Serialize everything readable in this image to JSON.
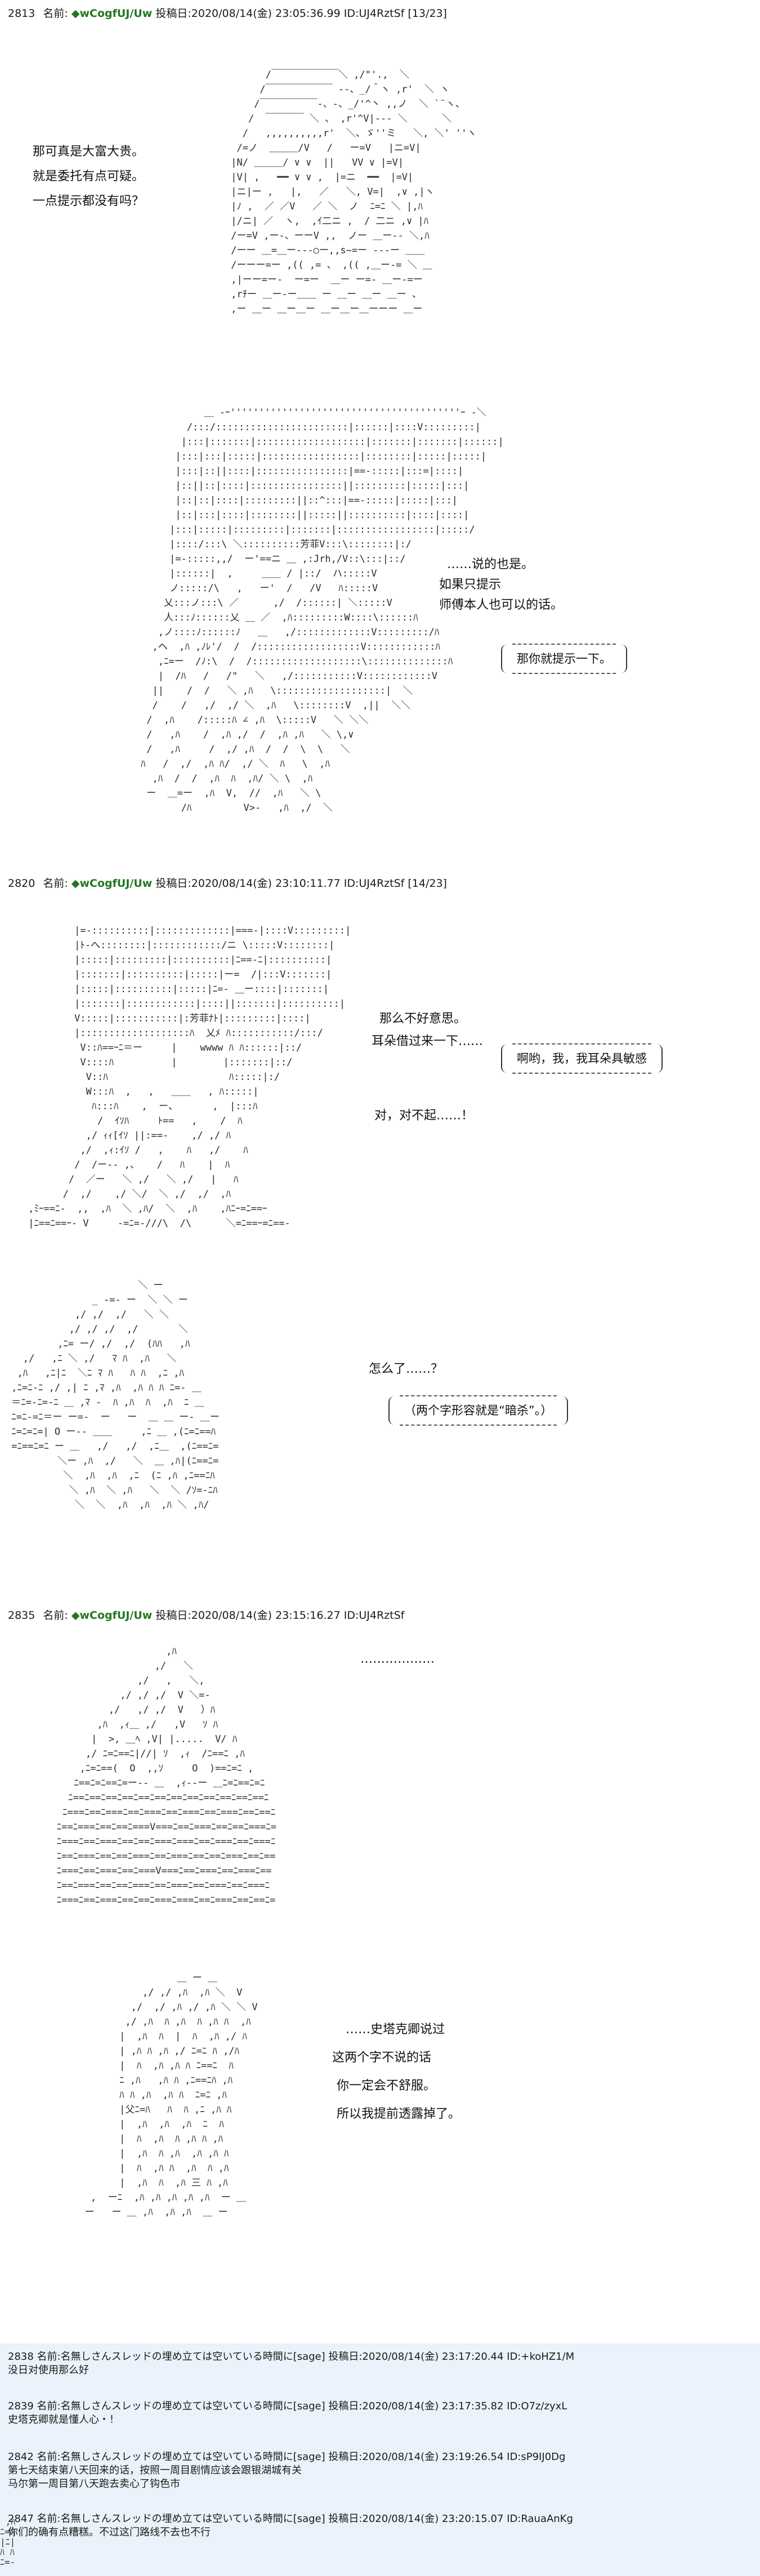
{
  "posts": [
    {
      "num": "2813",
      "label": "名前:",
      "name": "◆wCogfUJ/Uw",
      "posted": "投稿日:2020/08/14(金) 23:05:36.99 ID:UJ4RztSf [13/23]"
    },
    {
      "num": "2820",
      "label": "名前:",
      "name": "◆wCogfUJ/Uw",
      "posted": "投稿日:2020/08/14(金) 23:10:11.77 ID:UJ4RztSf [14/23]"
    },
    {
      "num": "2835",
      "label": "名前:",
      "name": "◆wCogfUJ/Uw",
      "posted": "投稿日:2020/08/14(金) 23:15:16.27 ID:UJ4RztSf"
    }
  ],
  "dialog": {
    "p1_left": [
      "那可真是大富大贵。",
      "就是委托有点可疑。",
      "一点提示都没有吗？"
    ],
    "p1_right": [
      "……说的也是。",
      "如果只提示",
      "师傅本人也可以的话。"
    ],
    "p1_bubble": "那你就提示一下。",
    "p2_right": [
      "那么不好意思。",
      "耳朵借过来一下……"
    ],
    "p2_bubble": "啊哟，我，我耳朵具敏感",
    "p2_right2": "对，对不起……！",
    "p3_right": "怎么了……？",
    "p3_bubble": "（两个字形容就是“暗杀”。）",
    "p4_right": "………………",
    "p5_right": [
      "……史塔克卿说过",
      "这两个字不说的话",
      "你一定会不舒服。",
      "所以我提前透露掉了。"
    ]
  },
  "comments": [
    {
      "meta": "2838 名前:名無しさんスレッドの埋め立ては空いている時間に[sage] 投稿日:2020/08/14(金) 23:17:20.44 ID:+koHZ1/M",
      "body": "没日对使用那么好"
    },
    {
      "meta": "2839 名前:名無しさんスレッドの埋め立ては空いている時間に[sage] 投稿日:2020/08/14(金) 23:17:35.82 ID:O7z/zyxL",
      "body": "史塔克卿就是懂人心・！"
    },
    {
      "meta": "2842 名前:名無しさんスレッドの埋め立ては空いている時間に[sage] 投稿日:2020/08/14(金) 23:19:26.54 ID:sP9IJ0Dg",
      "body": "第七天结束第八天回来的话，按照一周目剧情应该会跟银湖城有关",
      "body2": "马尔第一周目第八天跑去卖心了钩色市"
    },
    {
      "meta": "2847 名前:名無しさんスレッドの埋め立ては空いている時間に[sage] 投稿日:2020/08/14(金) 23:20:15.07 ID:RauaAnKg",
      "body": "你们的确有点糟糕。不过这门路线不去也不行"
    }
  ],
  "side_icon": "side-figure-icon"
}
